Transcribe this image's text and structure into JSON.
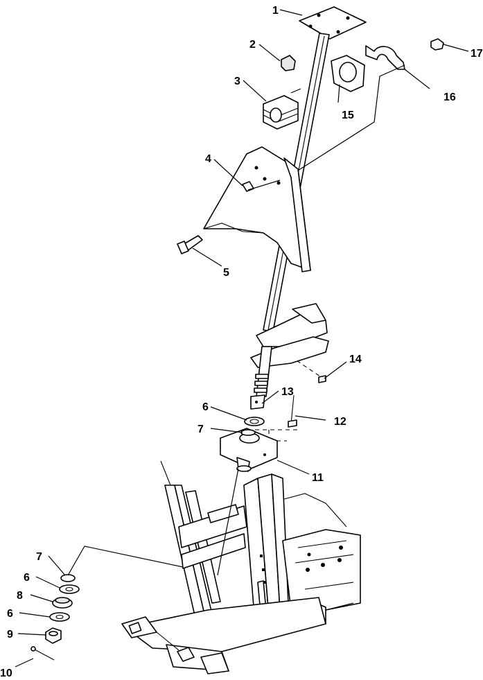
{
  "diagram": {
    "callouts": [
      {
        "id": "c1",
        "text": "1"
      },
      {
        "id": "c2",
        "text": "2"
      },
      {
        "id": "c3",
        "text": "3"
      },
      {
        "id": "c4",
        "text": "4"
      },
      {
        "id": "c5",
        "text": "5"
      },
      {
        "id": "c6a",
        "text": "6"
      },
      {
        "id": "c7a",
        "text": "7"
      },
      {
        "id": "c11",
        "text": "11"
      },
      {
        "id": "c12",
        "text": "12"
      },
      {
        "id": "c13",
        "text": "13"
      },
      {
        "id": "c14",
        "text": "14"
      },
      {
        "id": "c15",
        "text": "15"
      },
      {
        "id": "c16",
        "text": "16"
      },
      {
        "id": "c17",
        "text": "17"
      },
      {
        "id": "c7b",
        "text": "7"
      },
      {
        "id": "c6b",
        "text": "6"
      },
      {
        "id": "c8",
        "text": "8"
      },
      {
        "id": "c6c",
        "text": "6"
      },
      {
        "id": "c9",
        "text": "9"
      },
      {
        "id": "c10",
        "text": "10"
      }
    ]
  }
}
